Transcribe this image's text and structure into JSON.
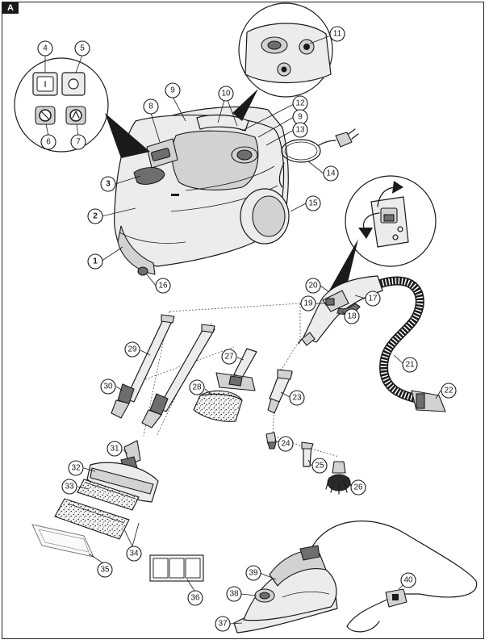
{
  "panel": {
    "tag": "A"
  },
  "callouts": [
    {
      "n": "1",
      "bold": true
    },
    {
      "n": "2",
      "bold": true
    },
    {
      "n": "3",
      "bold": true
    },
    {
      "n": "4"
    },
    {
      "n": "5"
    },
    {
      "n": "6"
    },
    {
      "n": "7"
    },
    {
      "n": "8"
    },
    {
      "n": "9"
    },
    {
      "n": "10"
    },
    {
      "n": "11"
    },
    {
      "n": "12"
    },
    {
      "n": "9"
    },
    {
      "n": "13"
    },
    {
      "n": "14"
    },
    {
      "n": "15"
    },
    {
      "n": "16"
    },
    {
      "n": "17"
    },
    {
      "n": "18"
    },
    {
      "n": "19"
    },
    {
      "n": "20"
    },
    {
      "n": "21"
    },
    {
      "n": "22"
    },
    {
      "n": "23"
    },
    {
      "n": "24"
    },
    {
      "n": "25"
    },
    {
      "n": "26"
    },
    {
      "n": "27"
    },
    {
      "n": "28"
    },
    {
      "n": "29"
    },
    {
      "n": "30"
    },
    {
      "n": "31"
    },
    {
      "n": "32"
    },
    {
      "n": "33"
    },
    {
      "n": "34"
    },
    {
      "n": "35"
    },
    {
      "n": "36"
    },
    {
      "n": "37"
    },
    {
      "n": "38"
    },
    {
      "n": "39"
    },
    {
      "n": "40"
    }
  ],
  "switch_symbols": {
    "on": "I",
    "off": "O"
  }
}
